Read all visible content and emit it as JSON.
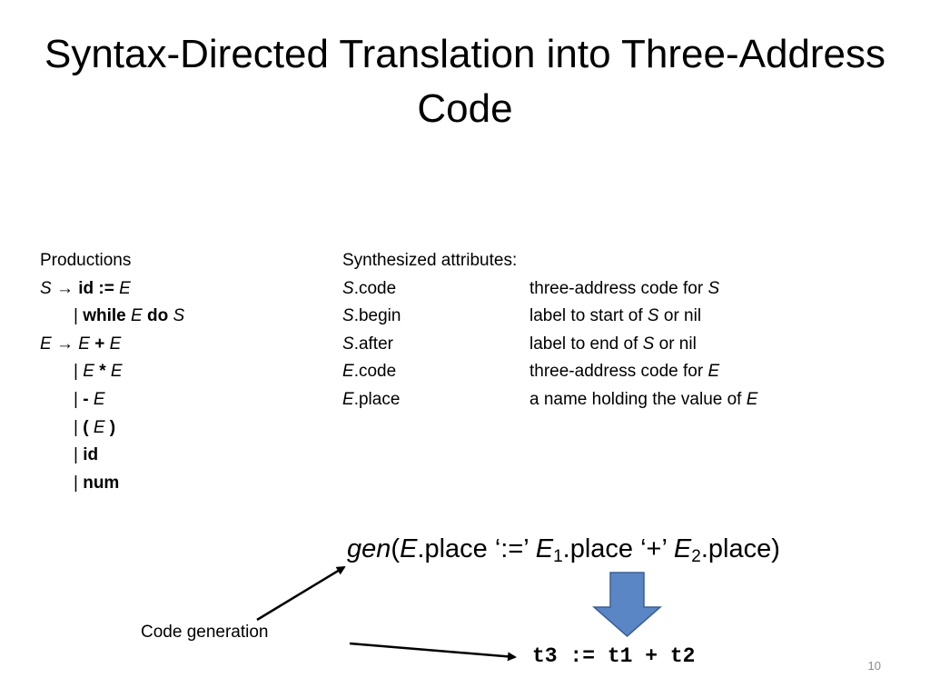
{
  "slide": {
    "title": "Syntax-Directed Translation into Three-Address Code",
    "page_number": "10"
  },
  "productions": {
    "heading": "Productions",
    "rows": [
      {
        "lhs": "S",
        "arrow": "→",
        "parts": [
          {
            "t": "id :=",
            "style": "b"
          },
          {
            "t": "E",
            "style": "i"
          }
        ]
      },
      {
        "bar": "|",
        "parts": [
          {
            "t": "while",
            "style": "b"
          },
          {
            "t": "E",
            "style": "i"
          },
          {
            "t": "do",
            "style": "b"
          },
          {
            "t": "S",
            "style": "i"
          }
        ]
      },
      {
        "lhs": "E",
        "arrow": "→",
        "parts": [
          {
            "t": "E",
            "style": "i"
          },
          {
            "t": "+",
            "style": "b"
          },
          {
            "t": "E",
            "style": "i"
          }
        ]
      },
      {
        "bar": "|",
        "parts": [
          {
            "t": "E",
            "style": "i"
          },
          {
            "t": "*",
            "style": "b"
          },
          {
            "t": "E",
            "style": "i"
          }
        ]
      },
      {
        "bar": "|",
        "parts": [
          {
            "t": "-",
            "style": "b"
          },
          {
            "t": "E",
            "style": "i"
          }
        ]
      },
      {
        "bar": "|",
        "parts": [
          {
            "t": "(",
            "style": "b"
          },
          {
            "t": "E",
            "style": "i"
          },
          {
            "t": ")",
            "style": "b"
          }
        ]
      },
      {
        "bar": "|",
        "parts": [
          {
            "t": "id",
            "style": "b"
          }
        ]
      },
      {
        "bar": "|",
        "parts": [
          {
            "t": "num",
            "style": "b"
          }
        ]
      }
    ]
  },
  "attributes": {
    "heading": "Synthesized attributes:",
    "rows": [
      {
        "sym": "S",
        "attr": ".code",
        "desc": "three-address code for ",
        "desc_sym": "S",
        "desc_tail": ""
      },
      {
        "sym": "S",
        "attr": ".begin",
        "desc": "label to start of ",
        "desc_sym": "S",
        "desc_tail": " or nil"
      },
      {
        "sym": "S",
        "attr": ".after",
        "desc": "label to end of ",
        "desc_sym": "S",
        "desc_tail": " or nil"
      },
      {
        "sym": "E",
        "attr": ".code",
        "desc": "three-address code for ",
        "desc_sym": "E",
        "desc_tail": ""
      },
      {
        "sym": "E",
        "attr": ".place",
        "desc": "a name holding the value of ",
        "desc_sym": "E",
        "desc_tail": ""
      }
    ]
  },
  "gen_expression": {
    "func": "gen",
    "open": "(",
    "e": "E",
    "place1": ".place ‘:=’ ",
    "e1": "E",
    "sub1": "1",
    "place2": ".place ‘+’ ",
    "e2": "E",
    "sub2": "2",
    "place3": ".place)"
  },
  "annotation": {
    "label": "Code generation"
  },
  "result_code": "t3 := t1 + t2",
  "colors": {
    "down_arrow_fill": "#5b86c5",
    "down_arrow_stroke": "#3a5f94",
    "text": "#000000"
  }
}
